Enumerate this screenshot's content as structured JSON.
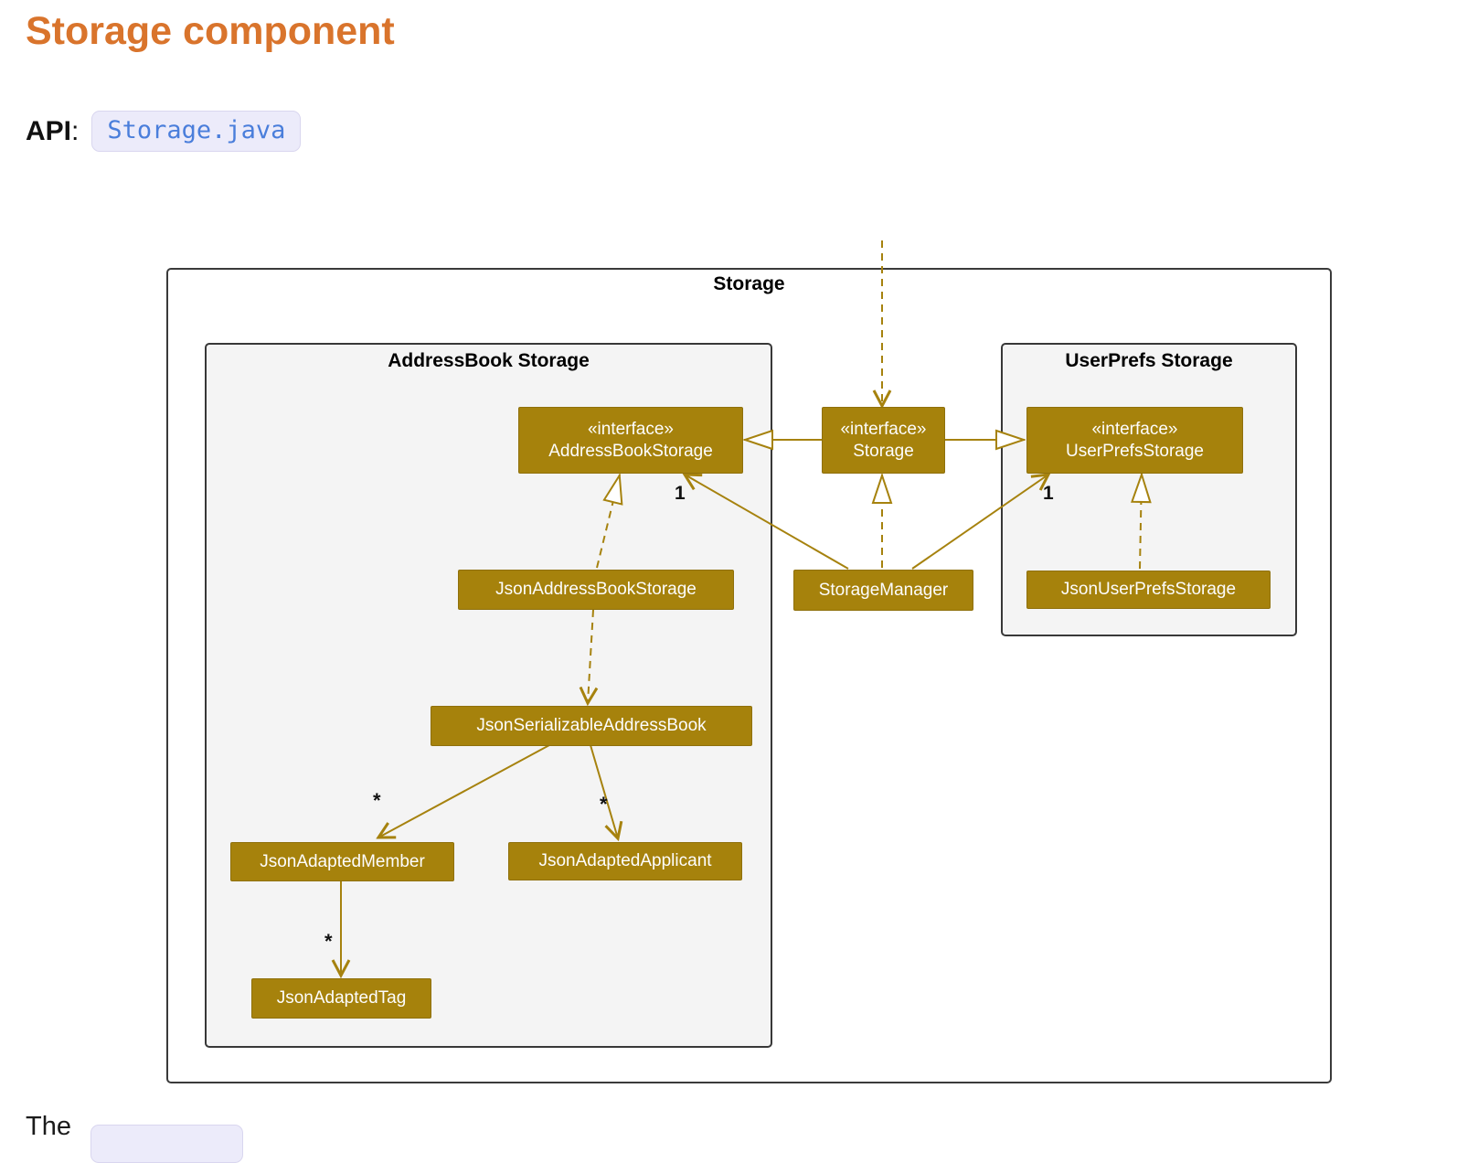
{
  "page": {
    "title": "Storage component",
    "api": {
      "label": "API",
      "separator": ":",
      "file": "Storage.java"
    },
    "footer_partial": "The"
  },
  "diagram": {
    "frame_label": "Storage",
    "packages": {
      "addressbook": {
        "label": "AddressBook Storage"
      },
      "userprefs": {
        "label": "UserPrefs Storage"
      }
    },
    "classes": {
      "addressbook_storage": {
        "stereotype": "«interface»",
        "name": "AddressBookStorage"
      },
      "storage": {
        "stereotype": "«interface»",
        "name": "Storage"
      },
      "userprefs_storage": {
        "stereotype": "«interface»",
        "name": "UserPrefsStorage"
      },
      "json_addressbook_storage": {
        "name": "JsonAddressBookStorage"
      },
      "storage_manager": {
        "name": "StorageManager"
      },
      "json_userprefs_storage": {
        "name": "JsonUserPrefsStorage"
      },
      "json_serializable_addressbook": {
        "name": "JsonSerializableAddressBook"
      },
      "json_adapted_member": {
        "name": "JsonAdaptedMember"
      },
      "json_adapted_applicant": {
        "name": "JsonAdaptedApplicant"
      },
      "json_adapted_tag": {
        "name": "JsonAdaptedTag"
      }
    },
    "multiplicities": {
      "manager_to_addressbook": "1",
      "manager_to_userprefs": "1",
      "serializable_to_member": "*",
      "serializable_to_applicant": "*",
      "member_to_tag": "*"
    },
    "colors": {
      "class_fill": "#a6820c",
      "relation_gold": "#a6820e",
      "heading_orange": "#d9742c",
      "code_blue": "#4a7edb",
      "package_fill": "#f4f4f4"
    }
  }
}
